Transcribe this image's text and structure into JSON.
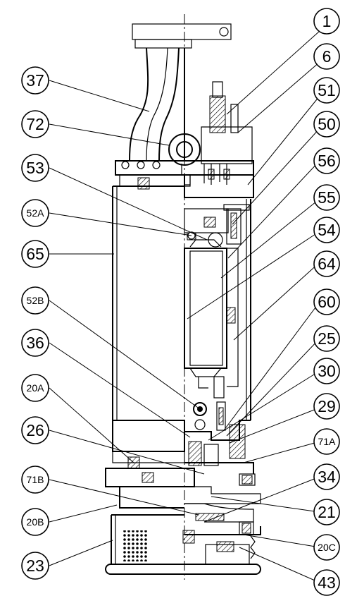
{
  "labels": {
    "l1": "1",
    "l6": "6",
    "l51": "51",
    "l50": "50",
    "l56": "56",
    "l55": "55",
    "l54": "54",
    "l64": "64",
    "l60": "60",
    "l25": "25",
    "l30": "30",
    "l29": "29",
    "l71A": "71A",
    "l34": "34",
    "l21": "21",
    "l20C": "20C",
    "l43": "43",
    "l37": "37",
    "l72": "72",
    "l53": "53",
    "l52A": "52A",
    "l65": "65",
    "l52B": "52B",
    "l36": "36",
    "l20A": "20A",
    "l26": "26",
    "l71B": "71B",
    "l20B": "20B",
    "l23": "23"
  },
  "colors": {
    "line": "#000000",
    "background": "#ffffff"
  }
}
